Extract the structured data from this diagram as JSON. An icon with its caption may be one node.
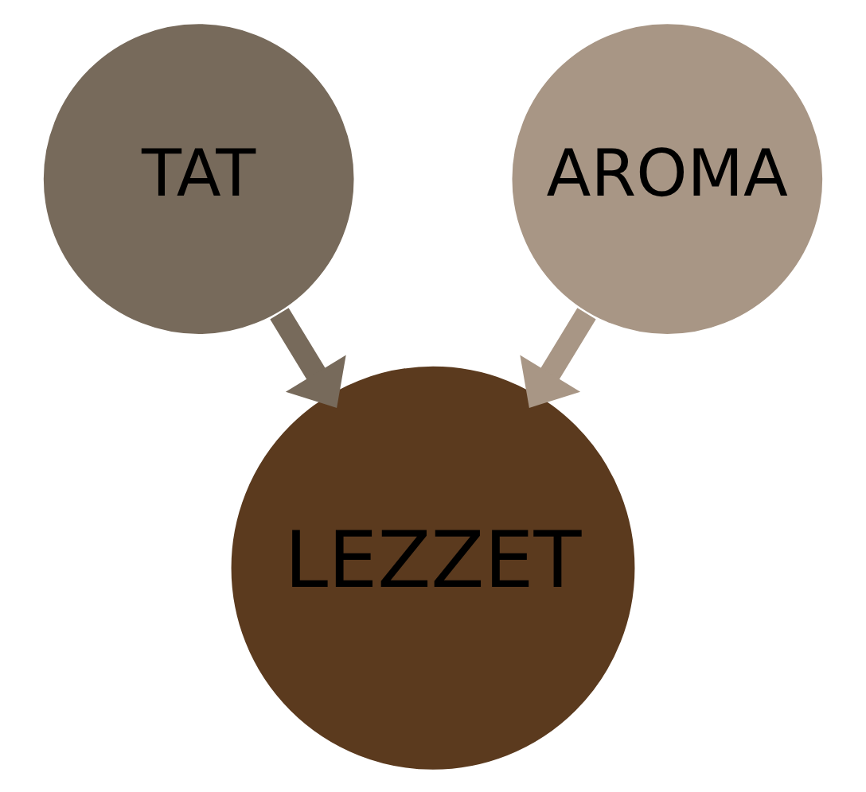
{
  "diagram": {
    "nodes": [
      {
        "text": [
          "TAT"
        ]
      },
      {
        "text": [
          "AROMA"
        ]
      },
      {
        "text": [
          "LEZZET"
        ]
      }
    ],
    "edges": [
      {
        "from": 0,
        "to": 2,
        "arrow": "to",
        "color": "#776a5b"
      },
      {
        "from": 1,
        "to": 2,
        "arrow": "to",
        "color": "#a89685"
      }
    ]
  }
}
